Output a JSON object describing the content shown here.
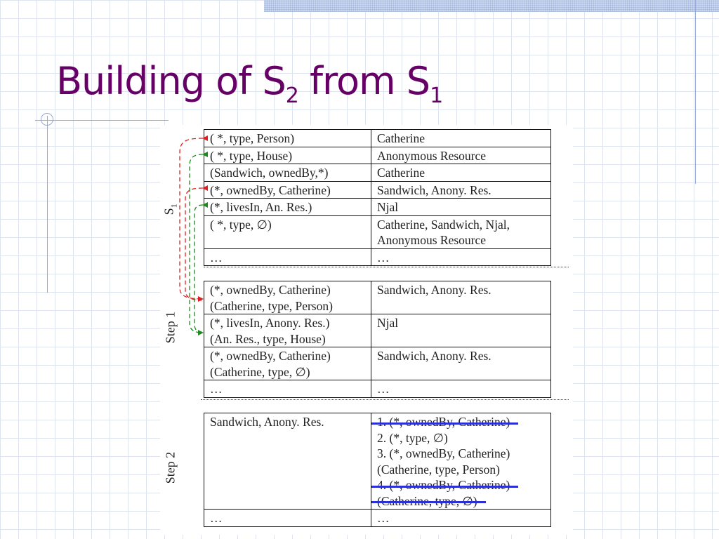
{
  "slide": {
    "title_main": "Building of S",
    "title_sub_a": "2",
    "title_mid": " from S",
    "title_sub_b": "1"
  },
  "side_labels": {
    "s1_main": "S",
    "s1_sub": "1",
    "step1": "Step 1",
    "step2": "Step 2"
  },
  "table_s1": [
    {
      "pattern": "( *, type, Person)",
      "result": "Catherine"
    },
    {
      "pattern": "( *, type, House)",
      "result": "Anonymous Resource"
    },
    {
      "pattern": "(Sandwich, ownedBy,*)",
      "result": "Catherine"
    },
    {
      "pattern": "(*, ownedBy, Catherine)",
      "result": "Sandwich, Anony. Res."
    },
    {
      "pattern": "(*, livesIn, An. Res.)",
      "result": "Njal"
    },
    {
      "pattern": "( *, type, ∅)",
      "result_line1": "Catherine, Sandwich, Njal,",
      "result_line2": "Anonymous Resource"
    },
    {
      "pattern": "…",
      "result": "…"
    }
  ],
  "table_step1": [
    {
      "pattern_line1": "(*, ownedBy, Catherine)",
      "pattern_line2": "(Catherine, type, Person)",
      "result": "Sandwich, Anony. Res."
    },
    {
      "pattern_line1": "(*, livesIn, Anony. Res.)",
      "pattern_line2": "(An. Res., type, House)",
      "result": "Njal"
    },
    {
      "pattern_line1": "(*, ownedBy, Catherine)",
      "pattern_line2": "(Catherine, type, ∅)",
      "result": "Sandwich, Anony. Res."
    },
    {
      "pattern": "…",
      "result": "…"
    }
  ],
  "table_step2": {
    "key": "Sandwich, Anony. Res.",
    "list": [
      "1. (*, ownedBy, Catherine)",
      "2. (*, type, ∅)",
      "3. (*, ownedBy, Catherine)",
      "(Catherine, type, Person)",
      "4. (*, ownedBy, Catherine)",
      "(Catherine, type, ∅)"
    ],
    "last_left": "…",
    "last_right": "…"
  },
  "colors": {
    "title": "#660066",
    "arrow_red": "#e02020",
    "arrow_green": "#1e8a1e",
    "strike": "#2b2fd6"
  }
}
